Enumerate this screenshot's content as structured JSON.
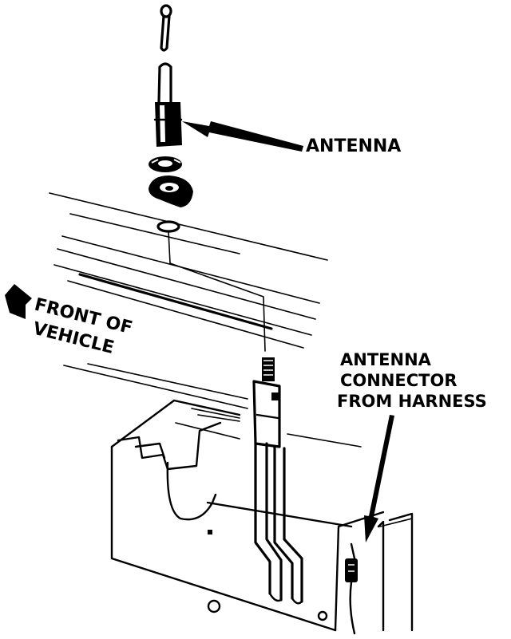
{
  "labels": {
    "antenna": "ANTENNA",
    "front_line1": "FRONT OF",
    "front_line2": "VEHICLE",
    "connector_line1": "ANTENNA",
    "connector_line2": "CONNECTOR",
    "connector_line3": "FROM HARNESS"
  },
  "colors": {
    "ink": "#000000",
    "paper": "#ffffff"
  },
  "icons": {
    "front_arrow": "arrow-up-left-icon"
  }
}
